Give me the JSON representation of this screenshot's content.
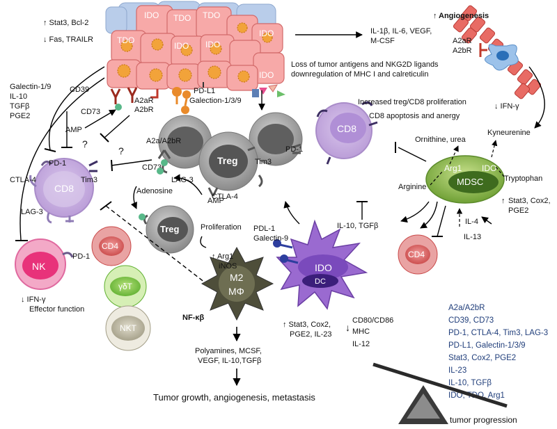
{
  "tumor": {
    "ido_1": "IDO",
    "tdo_1": "TDO",
    "tdo_2": "TDO",
    "ido_2": "IDO",
    "ido_3": "IDO",
    "tdo_3": "TDO",
    "ido_4": "IDO",
    "ido_5": "IDO",
    "top_left_up": "↑ Stat3, Bcl-2",
    "top_left_down": "↓ Fas, TRAILR",
    "cd39": "CD39",
    "a2ar": "A2aR",
    "a2br": "A2bR",
    "pdl1": "PD-L1",
    "galectin": "Galection-1/3/9",
    "secreted": [
      "IL-1β, IL-6, VEGF,",
      "M-CSF"
    ],
    "loss": [
      "Loss of tumor antigens and NKG2D ligands",
      "downregulation of MHC I and calreticulin"
    ]
  },
  "angio": {
    "title": "Angiogenesis",
    "up": "↑",
    "a2ar": "A2aR",
    "a2br": "A2bR"
  },
  "left_factors": [
    "Galectin-1/9",
    "IL-10",
    "TGFβ",
    "PGE2"
  ],
  "adenosine": {
    "cd73_top": "CD73",
    "amp_left": "AMP",
    "q1": "?",
    "q2": "?",
    "a2a_label": "A2a/A2bR",
    "cd73_mid": "CD73",
    "adenosine": "Adenosine",
    "amp_right": "AMP"
  },
  "cd8_left": {
    "label": "CD8",
    "pd1": "PD-1",
    "ctla4": "CTLA-4",
    "tim3": "Tim3",
    "lag3": "LAG-3"
  },
  "treg_center": {
    "label": "Treg",
    "tim3": "Tim3",
    "pd1": "PD-1",
    "lag3": "LAG-3",
    "ctla4": "CTLA-4"
  },
  "cd8_right": {
    "label": "CD8",
    "line1": "Increased treg/CD8 proliferation",
    "line2": "CD8 apoptosis and anergy",
    "ifn": "↓ IFN-γ"
  },
  "mdsc": {
    "label": "MDSC",
    "arg1": "Arg1",
    "ido": "IDO",
    "ornithine": "Ornithine, urea",
    "kynurenine": "Kyneurenine",
    "arginine": "Arginine",
    "tryptophan": "Tryptophan",
    "factors": [
      "Stat3, Cox2,",
      "PGE2"
    ],
    "up": "↑",
    "il4": "IL-4",
    "il13": "IL-13"
  },
  "treg_small": {
    "label": "Treg",
    "proliferation": "Proliferation"
  },
  "dc": {
    "label": "IDO",
    "dc": "DC",
    "pdl1": "PDL-1",
    "galectin9": "Galectin-9",
    "il10": "IL-10, TGFβ",
    "up_factors": [
      "↑ Stat3, Cox2,",
      "PGE2, IL-23"
    ],
    "down": "↓",
    "down_factors": [
      "CD80/CD86",
      "MHC",
      "IL-12"
    ]
  },
  "macrophage": {
    "m2": "M2",
    "mphi": "MΦ",
    "arg1": "↑ Arg1",
    "inos": "iNOS",
    "nfkb": "NF-κβ",
    "outputs": [
      "Polyamines, MCSF,",
      "VEGF, IL-10,TGFβ"
    ],
    "final": "Tumor growth, angiogenesis, metastasis"
  },
  "nk": {
    "label": "NK",
    "pd1": "PD-1",
    "ifn": "↓ IFN-γ",
    "effector": "Effector function"
  },
  "cd4_left": "CD4",
  "gdt": "γδT",
  "nkt": "NKT",
  "cd4_right": "CD4",
  "legend": [
    "A2a/A2bR",
    "CD39, CD73",
    "PD-1, CTLA-4, Tim3, LAG-3",
    "PD-L1, Galectin-1/3/9",
    "Stat3, Cox2, PGE2",
    "IL-23",
    "IL-10, TGFβ",
    "IDO, TDO, Arg1"
  ],
  "progression": "tumor progression",
  "colors": {
    "tumor_fill": "#f7a9a8",
    "tumor_nucleus": "#f2a33a",
    "cd8_fill": "#cdb6e2",
    "treg_fill": "#9a9a9a",
    "mdsc_fill": "#8fbf4b",
    "dc_fill": "#9a6ad0",
    "nk_fill": "#e8327a",
    "m2_fill": "#4e4e3a",
    "legend_text": "#1f3d7a"
  }
}
